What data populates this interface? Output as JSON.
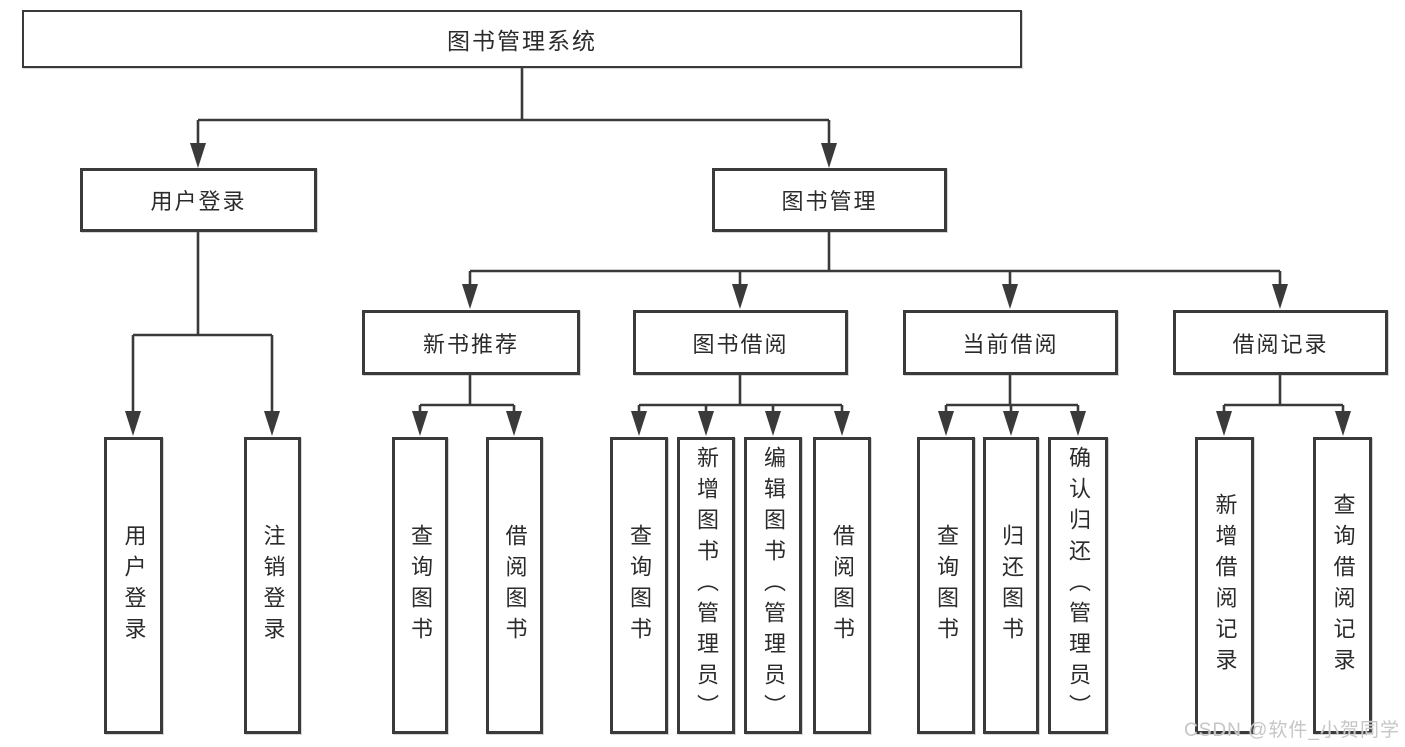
{
  "diagram_title": "图书管理系统",
  "tree": {
    "label": "图书管理系统",
    "children": [
      {
        "label": "用户登录",
        "children": [
          {
            "label": "用户登录"
          },
          {
            "label": "注销登录"
          }
        ]
      },
      {
        "label": "图书管理",
        "children": [
          {
            "label": "新书推荐",
            "children": [
              {
                "label": "查询图书"
              },
              {
                "label": "借阅图书"
              }
            ]
          },
          {
            "label": "图书借阅",
            "children": [
              {
                "label": "查询图书"
              },
              {
                "label": "新增图书（管理员）"
              },
              {
                "label": "编辑图书（管理员）"
              },
              {
                "label": "借阅图书"
              }
            ]
          },
          {
            "label": "当前借阅",
            "children": [
              {
                "label": "查询图书"
              },
              {
                "label": "归还图书"
              },
              {
                "label": "确认归还（管理员）"
              }
            ]
          },
          {
            "label": "借阅记录",
            "children": [
              {
                "label": "新增借阅记录"
              },
              {
                "label": "查询借阅记录"
              }
            ]
          }
        ]
      }
    ]
  },
  "watermark": "CSDN @软件_小贺同学",
  "colors": {
    "line": "#3a3a3a",
    "box_border": "#3a3a3a",
    "text": "#2b2b2b",
    "watermark": "#c6c6c6",
    "background": "#ffffff"
  }
}
